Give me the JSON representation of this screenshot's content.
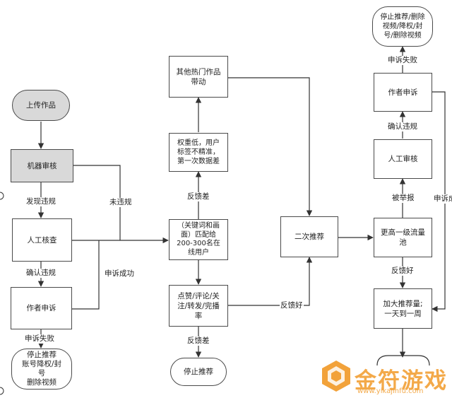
{
  "nodes": {
    "upload": "上传作品",
    "machine_review": "机器审核",
    "manual_check": "人工核查",
    "author_appeal_left": "作者申诉",
    "stop_left": "停止推荐\n账号降权/封\n号\n删除视频",
    "other_hot": "其他热门作品\n带动",
    "low_weight": "权重低，用户\n标签不精准，\n第一次数据差",
    "match": "（关键词和画\n面）匹配给\n200-300名在\n线用户",
    "engagement": "点赞/评论/关\n注/转发/完播\n率",
    "stop_mid": "停止推荐",
    "second_rec": "二次推荐",
    "higher_pool": "更高一级流量\n池",
    "boost": "加大推荐量;\n一天到一周",
    "manual_review_right": "人工审核",
    "author_appeal_right": "作者申诉",
    "stop_right": "停止推荐/删除\n视频/降权/封\n号/删除视频"
  },
  "labels": {
    "violation_found": "发现违规",
    "no_violation": "未违规",
    "violation_confirmed": "确认违规",
    "appeal_success": "申诉成功",
    "appeal_fail_left": "申诉失败",
    "feedback_bad_up": "反馈差",
    "feedback_bad_down": "反馈差",
    "feedback_good_mid": "反馈好",
    "feedback_good_right": "反馈好",
    "reported": "被举报",
    "violation_confirmed_right": "确认违规",
    "appeal_fail_right": "申诉失败",
    "appeal_success_right": "申诉成"
  },
  "watermark": {
    "text": "金符游戏",
    "url": "www.yikajinfu.com"
  },
  "colors": {
    "line": "#333333",
    "start_node_fill": "#d9d9d9",
    "watermark": "#f2a23a"
  }
}
